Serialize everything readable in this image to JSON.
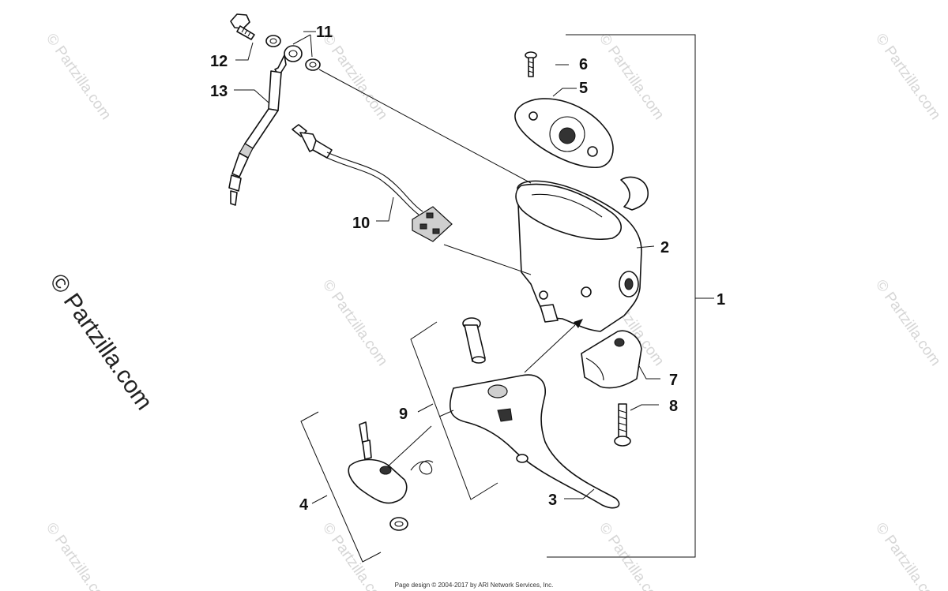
{
  "watermark": {
    "small_text": "© Partzilla.com",
    "large_text": "© Partzilla.com"
  },
  "callouts": {
    "c1": "1",
    "c2": "2",
    "c3": "3",
    "c4": "4",
    "c5": "5",
    "c6": "6",
    "c7": "7",
    "c8": "8",
    "c9": "9",
    "c10": "10",
    "c11": "11",
    "c12": "12",
    "c13": "13"
  },
  "footer": "Page design © 2004-2017 by ARI Network Services, Inc."
}
